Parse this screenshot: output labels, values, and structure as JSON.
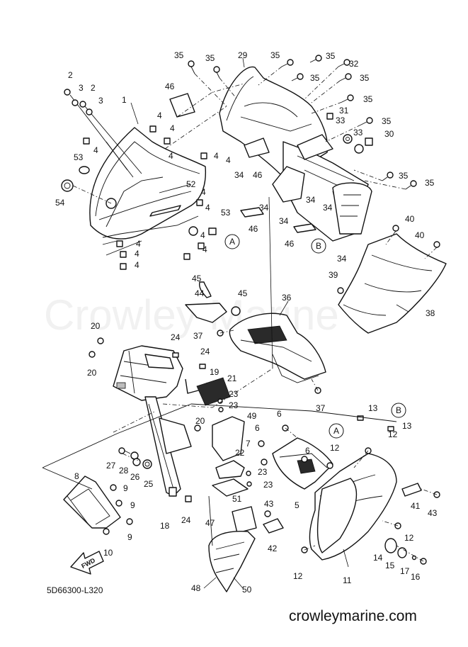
{
  "watermark": "Crowley Marine",
  "reference_code": "5D66300-L320",
  "website": "crowleymarine.com",
  "fwd_label": "FWD",
  "callouts": [
    {
      "id": "c35a",
      "text": "35"
    },
    {
      "id": "c35b",
      "text": "35"
    },
    {
      "id": "c29",
      "text": "29"
    },
    {
      "id": "c35c",
      "text": "35"
    },
    {
      "id": "c35d",
      "text": "35"
    },
    {
      "id": "c32",
      "text": "32"
    },
    {
      "id": "c35e",
      "text": "35"
    },
    {
      "id": "c35f",
      "text": "35"
    },
    {
      "id": "c2a",
      "text": "2"
    },
    {
      "id": "c3a",
      "text": "3"
    },
    {
      "id": "c2b",
      "text": "2"
    },
    {
      "id": "c3b",
      "text": "3"
    },
    {
      "id": "c46a",
      "text": "46"
    },
    {
      "id": "c35g",
      "text": "35"
    },
    {
      "id": "c1",
      "text": "1"
    },
    {
      "id": "c31",
      "text": "31"
    },
    {
      "id": "c4a",
      "text": "4"
    },
    {
      "id": "c33a",
      "text": "33"
    },
    {
      "id": "c35h",
      "text": "35"
    },
    {
      "id": "c4b",
      "text": "4"
    },
    {
      "id": "c33b",
      "text": "33"
    },
    {
      "id": "c30",
      "text": "30"
    },
    {
      "id": "c4c",
      "text": "4"
    },
    {
      "id": "c4d",
      "text": "4"
    },
    {
      "id": "c53a",
      "text": "53"
    },
    {
      "id": "c4e",
      "text": "4"
    },
    {
      "id": "c4f",
      "text": "4"
    },
    {
      "id": "c34a",
      "text": "34"
    },
    {
      "id": "c46b",
      "text": "46"
    },
    {
      "id": "c35i",
      "text": "35"
    },
    {
      "id": "c35j",
      "text": "35"
    },
    {
      "id": "c52",
      "text": "52"
    },
    {
      "id": "c54",
      "text": "54"
    },
    {
      "id": "c4g",
      "text": "4"
    },
    {
      "id": "c34b",
      "text": "34"
    },
    {
      "id": "c34c",
      "text": "34"
    },
    {
      "id": "c34d",
      "text": "34"
    },
    {
      "id": "c53b",
      "text": "53"
    },
    {
      "id": "c4h",
      "text": "4"
    },
    {
      "id": "c34e",
      "text": "34"
    },
    {
      "id": "c46c",
      "text": "46"
    },
    {
      "id": "c40a",
      "text": "40"
    },
    {
      "id": "cA1",
      "text": "A"
    },
    {
      "id": "c4i",
      "text": "4"
    },
    {
      "id": "c46d",
      "text": "46"
    },
    {
      "id": "c40b",
      "text": "40"
    },
    {
      "id": "cB1",
      "text": "B"
    },
    {
      "id": "c4j",
      "text": "4"
    },
    {
      "id": "c4k",
      "text": "4"
    },
    {
      "id": "c4l",
      "text": "4"
    },
    {
      "id": "c4m",
      "text": "4"
    },
    {
      "id": "c34f",
      "text": "34"
    },
    {
      "id": "c39",
      "text": "39"
    },
    {
      "id": "c45a",
      "text": "45"
    },
    {
      "id": "c44",
      "text": "44"
    },
    {
      "id": "c45b",
      "text": "45"
    },
    {
      "id": "c36",
      "text": "36"
    },
    {
      "id": "c38",
      "text": "38"
    },
    {
      "id": "c20a",
      "text": "20"
    },
    {
      "id": "c37a",
      "text": "37"
    },
    {
      "id": "c24a",
      "text": "24"
    },
    {
      "id": "c24b",
      "text": "24"
    },
    {
      "id": "c20b",
      "text": "20"
    },
    {
      "id": "c19",
      "text": "19"
    },
    {
      "id": "c21",
      "text": "21"
    },
    {
      "id": "c23a",
      "text": "23"
    },
    {
      "id": "c23b",
      "text": "23"
    },
    {
      "id": "c37b",
      "text": "37"
    },
    {
      "id": "c13a",
      "text": "13"
    },
    {
      "id": "cB2",
      "text": "B"
    },
    {
      "id": "c13b",
      "text": "13"
    },
    {
      "id": "c49",
      "text": "49"
    },
    {
      "id": "c6a",
      "text": "6"
    },
    {
      "id": "c20c",
      "text": "20"
    },
    {
      "id": "c6b",
      "text": "6"
    },
    {
      "id": "cA2",
      "text": "A"
    },
    {
      "id": "c12a",
      "text": "12"
    },
    {
      "id": "c6c",
      "text": "6"
    },
    {
      "id": "c12b",
      "text": "12"
    },
    {
      "id": "c27",
      "text": "27"
    },
    {
      "id": "c28",
      "text": "28"
    },
    {
      "id": "c26",
      "text": "26"
    },
    {
      "id": "c25",
      "text": "25"
    },
    {
      "id": "c7",
      "text": "7"
    },
    {
      "id": "c22",
      "text": "22"
    },
    {
      "id": "c23c",
      "text": "23"
    },
    {
      "id": "c23d",
      "text": "23"
    },
    {
      "id": "c8",
      "text": "8"
    },
    {
      "id": "c9a",
      "text": "9"
    },
    {
      "id": "c51",
      "text": "51"
    },
    {
      "id": "c5",
      "text": "5"
    },
    {
      "id": "c41",
      "text": "41"
    },
    {
      "id": "c43a",
      "text": "43"
    },
    {
      "id": "c9b",
      "text": "9"
    },
    {
      "id": "c18",
      "text": "18"
    },
    {
      "id": "c24c",
      "text": "24"
    },
    {
      "id": "c47",
      "text": "47"
    },
    {
      "id": "c43b",
      "text": "43"
    },
    {
      "id": "c9c",
      "text": "9"
    },
    {
      "id": "c12c",
      "text": "12"
    },
    {
      "id": "c42",
      "text": "42"
    },
    {
      "id": "c10",
      "text": "10"
    },
    {
      "id": "c14",
      "text": "14"
    },
    {
      "id": "c15",
      "text": "15"
    },
    {
      "id": "c17",
      "text": "17"
    },
    {
      "id": "c12d",
      "text": "12"
    },
    {
      "id": "c16",
      "text": "16"
    },
    {
      "id": "c11",
      "text": "11"
    },
    {
      "id": "c48",
      "text": "48"
    },
    {
      "id": "c50",
      "text": "50"
    }
  ]
}
